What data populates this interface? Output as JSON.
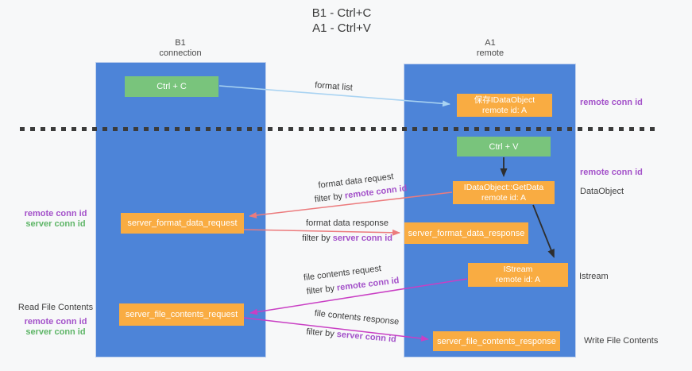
{
  "title": {
    "line1": "B1 - Ctrl+C",
    "line2": "A1 - Ctrl+V"
  },
  "lanes": {
    "left": {
      "title": "B1",
      "subtitle": "connection"
    },
    "right": {
      "title": "A1",
      "subtitle": "remote"
    }
  },
  "nodes": {
    "ctrl_c": "Ctrl + C",
    "ctrl_v": "Ctrl + V",
    "save_idataobject": {
      "line1": "保存IDataObject",
      "line2": "remote id: A"
    },
    "getdata": {
      "line1": "IDataObject::GetData",
      "line2": "remote id: A"
    },
    "istream": {
      "line1": "IStream",
      "line2": "remote id: A"
    },
    "server_format_data_request": "server_format_data_request",
    "server_format_data_response": "server_format_data_response",
    "server_file_contents_request": "server_file_contents_request",
    "server_file_contents_response": "server_file_contents_response"
  },
  "labels": {
    "remote_conn_id": "remote conn id",
    "server_conn_id": "server conn id",
    "dataobject": "DataObject",
    "istream": "Istream",
    "read_file_contents": "Read File Contents",
    "write_file_contents": "Write File Contents"
  },
  "edges": {
    "format_list": "format list",
    "format_data_request": "format data request",
    "format_data_response": "format data response",
    "file_contents_request": "file contents request",
    "file_contents_response": "file contents response",
    "filter_by": "filter by "
  },
  "colors": {
    "background": "#f7f8f9",
    "lane_blue": "#4d84d8",
    "node_orange": "#f9ac42",
    "node_green": "#79c47c",
    "purple_text": "#a351c9",
    "green_text": "#5eb567",
    "arrow_salmon": "#ec7b7d",
    "arrow_magenta": "#c93fc4",
    "arrow_lightblue": "#a9d3f2",
    "arrow_black": "#2e2e2e",
    "dash_line": "#3b3b3b"
  }
}
